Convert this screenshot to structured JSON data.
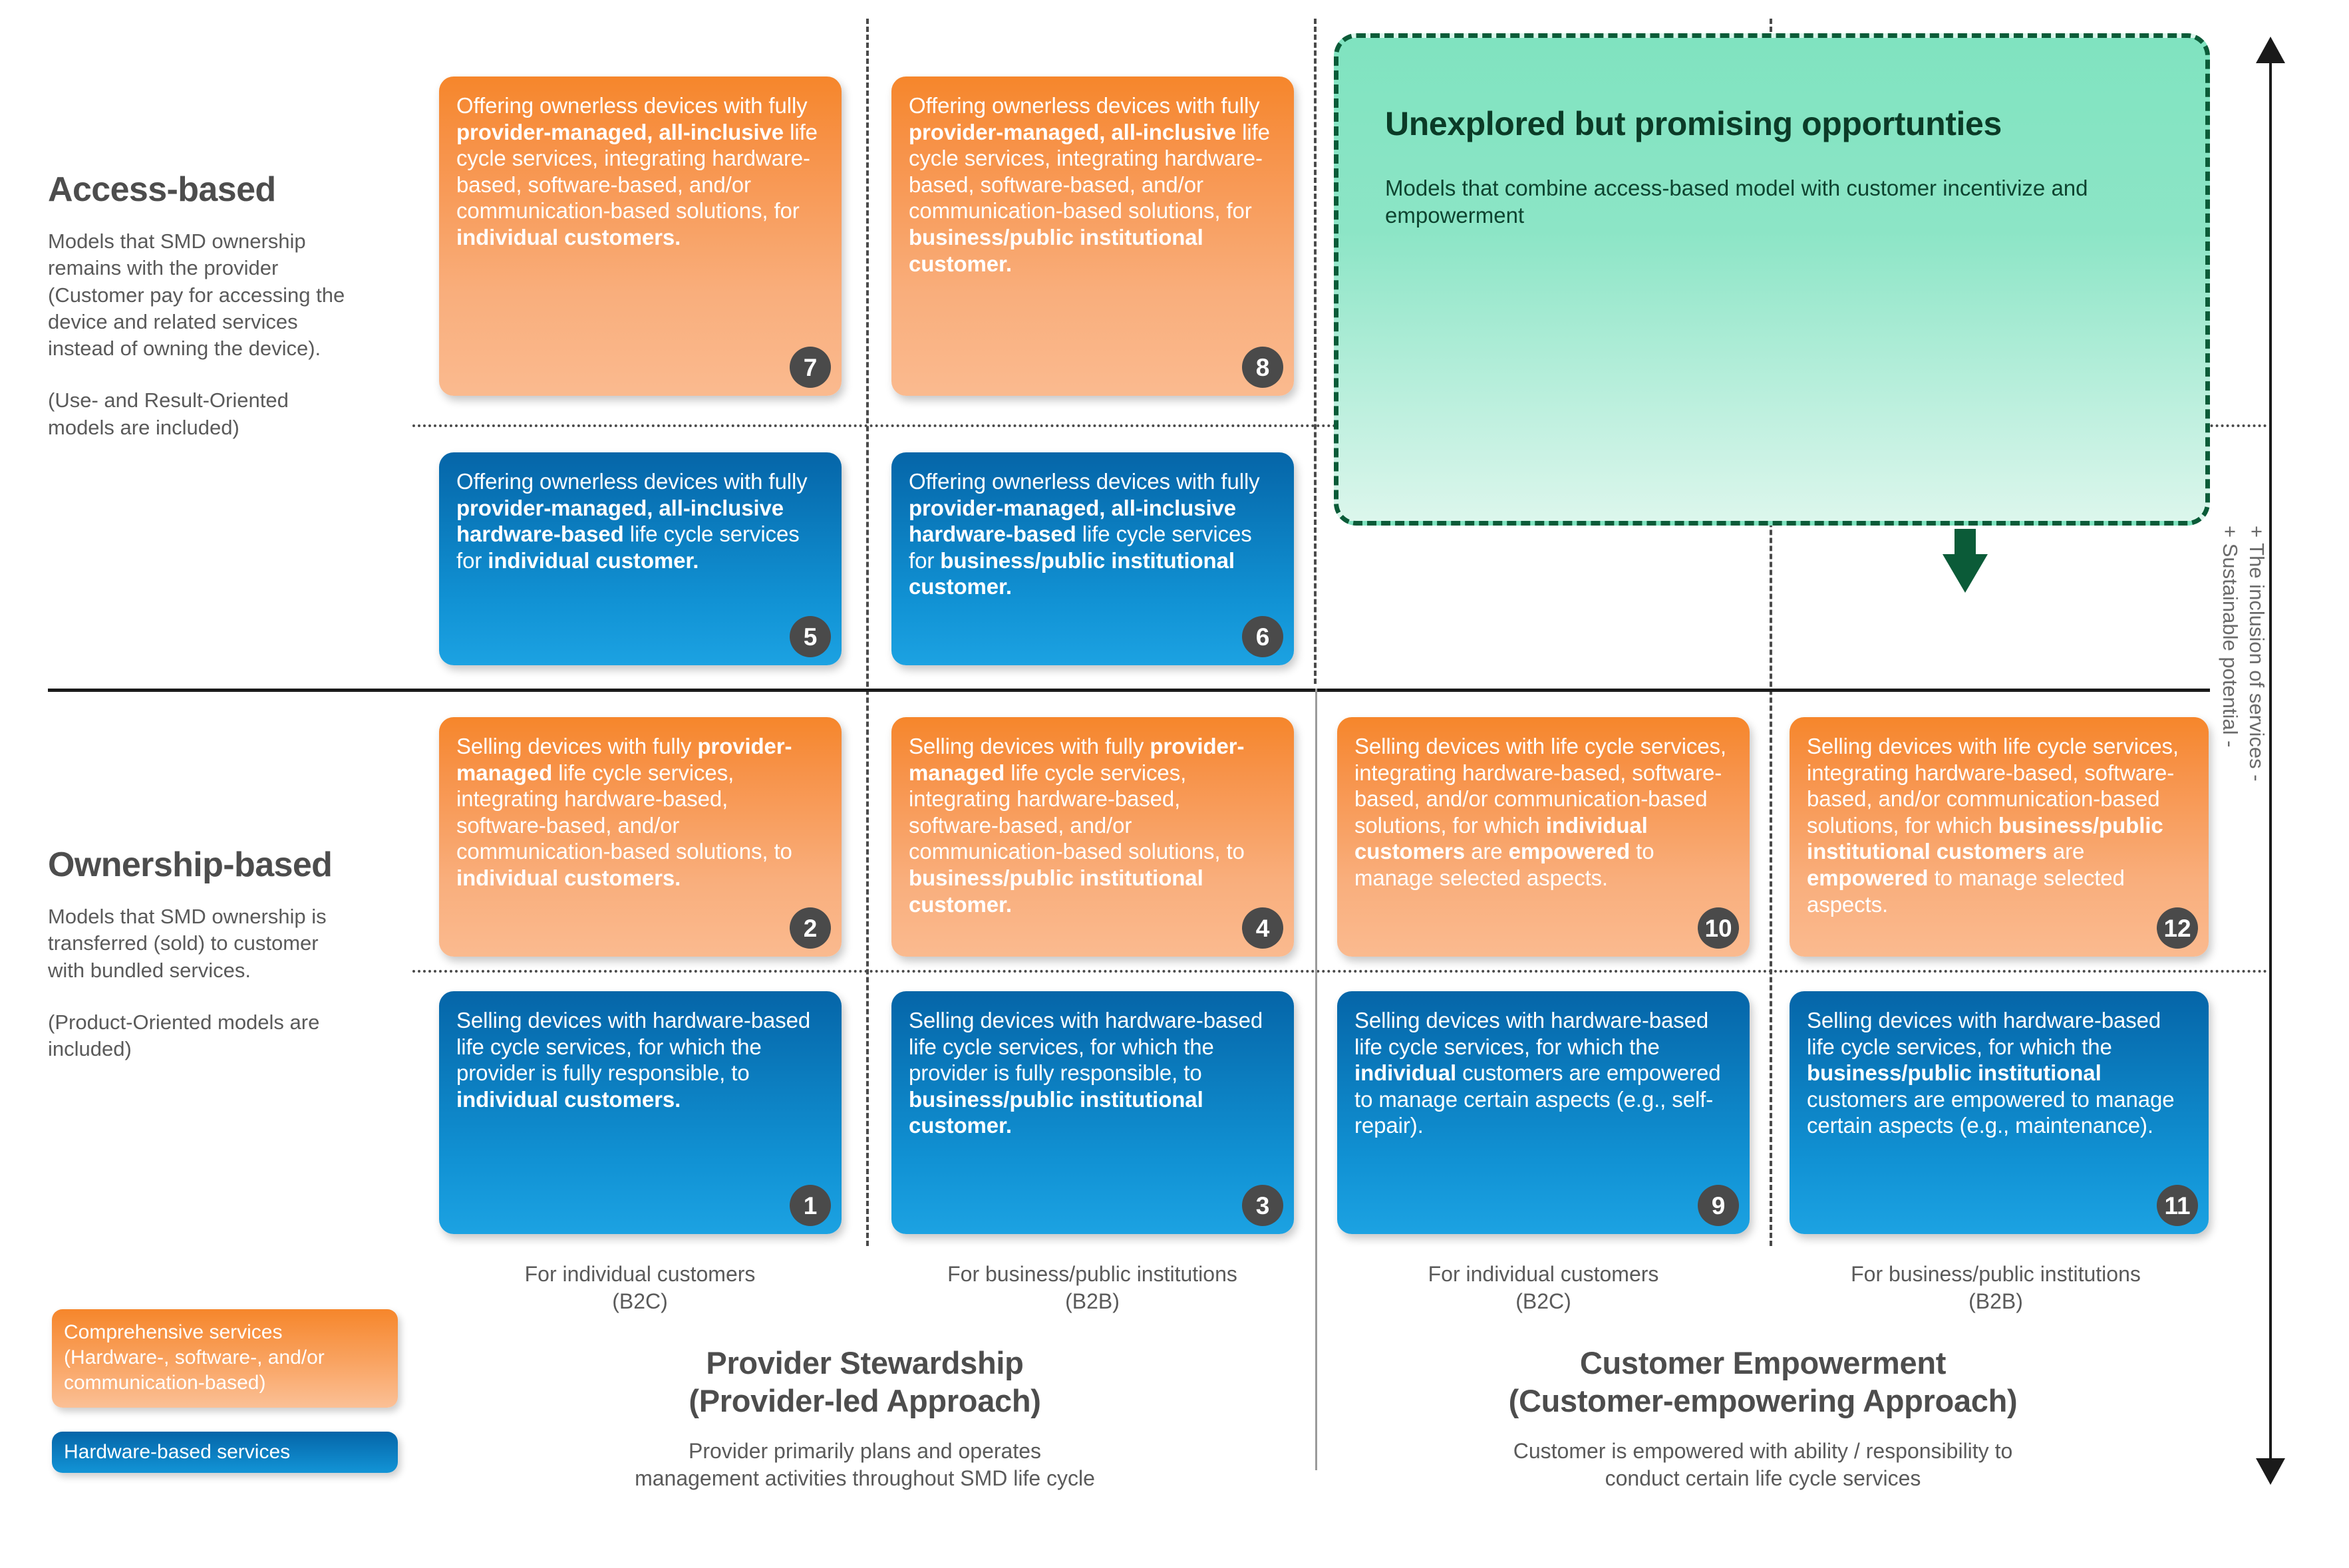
{
  "matrix": {
    "rows": [
      {
        "key": "access",
        "title": "Access-based",
        "desc": "Models that SMD ownership remains with the provider (Customer pay for accessing the device and related services instead of owning the device).",
        "note": "(Use- and Result-Oriented models are included)"
      },
      {
        "key": "ownership",
        "title": "Ownership-based",
        "desc": "Models that SMD ownership is transferred (sold) to customer with bundled services.",
        "note": "(Product-Oriented models are included)"
      }
    ]
  },
  "cards": {
    "c7": {
      "number": "7",
      "color": "orange",
      "html": "Offering ownerless devices with fully <b>provider-managed, all-inclusive</b> life cycle services, integrating hardware-based, software-based, and/or communication-based solutions, for <b>individual customers.</b>"
    },
    "c8": {
      "number": "8",
      "color": "orange",
      "html": "Offering ownerless devices with fully <b>provider-managed, all-inclusive</b> life cycle services, integrating hardware-based, software-based, and/or communication-based solutions, for <b>business/public institutional customer.</b>"
    },
    "c5": {
      "number": "5",
      "color": "blue",
      "html": "Offering ownerless devices with fully <b>provider-managed, all-inclusive hardware-based</b> life cycle services for <b>individual customer.</b>"
    },
    "c6": {
      "number": "6",
      "color": "blue",
      "html": "Offering ownerless devices with fully <b>provider-managed, all-inclusive hardware-based</b> life cycle services for <b>business/public institutional customer.</b>"
    },
    "c2": {
      "number": "2",
      "color": "orange",
      "html": "Selling devices with fully <b>provider-managed</b> life cycle services, integrating hardware-based, software-based, and/or communication-based solutions, to <b>individual customers.</b>"
    },
    "c4": {
      "number": "4",
      "color": "orange",
      "html": "Selling devices with fully <b>provider-managed</b> life cycle services, integrating hardware-based, software-based, and/or communication-based solutions, to <b>business/public institutional customer.</b>"
    },
    "c10": {
      "number": "10",
      "color": "orange",
      "html": "Selling devices with life cycle services, integrating hardware-based, software-based, and/or communication-based solutions, for which <b>individual customers</b> are <b>empowered</b> to manage selected aspects."
    },
    "c12": {
      "number": "12",
      "color": "orange",
      "html": "Selling devices with life cycle services, integrating hardware-based, software-based, and/or communication-based solutions, for which <b>business/public institutional customers</b> are <b>empowered</b> to manage selected aspects."
    },
    "c1": {
      "number": "1",
      "color": "blue",
      "html": "Selling devices with hardware-based life cycle services, for which the provider is fully responsible, to <b>individual customers.</b>"
    },
    "c3": {
      "number": "3",
      "color": "blue",
      "html": "Selling devices with hardware-based life cycle services, for which the provider is fully responsible, to <b>business/public institutional customer.</b>"
    },
    "c9": {
      "number": "9",
      "color": "blue",
      "html": "Selling devices with hardware-based life cycle services, for which the <b>individual</b> customers are empowered to manage certain aspects (e.g., self-repair)."
    },
    "c11": {
      "number": "11",
      "color": "blue",
      "html": "Selling devices with hardware-based life cycle services, for which the <b>business/public institutional</b> customers are empowered to manage certain aspects (e.g., maintenance)."
    }
  },
  "opportunity": {
    "title": "Unexplored but promising opportunties",
    "body": "Models that combine access-based model with customer incentivize and empowerment"
  },
  "column_captions": [
    {
      "line1": "For individual customers",
      "line2": "(B2C)"
    },
    {
      "line1": "For business/public institutions",
      "line2": "(B2B)"
    },
    {
      "line1": "For individual customers",
      "line2": "(B2C)"
    },
    {
      "line1": "For business/public institutions",
      "line2": "(B2B)"
    }
  ],
  "approaches": [
    {
      "title_line1": "Provider Stewardship",
      "title_line2": "(Provider-led Approach)",
      "sub_line1": "Provider primarily plans and operates",
      "sub_line2": "management activities throughout SMD life cycle"
    },
    {
      "title_line1": "Customer Empowerment",
      "title_line2": "(Customer-empowering Approach)",
      "sub_line1": "Customer is empowered with ability / responsibility to",
      "sub_line2": "conduct certain life cycle services"
    }
  ],
  "axis_labels": {
    "sustainable": "+ Sustainable potential -",
    "inclusion": "+ The inclusion of services -"
  },
  "legend": {
    "comprehensive": "Comprehensive services (Hardware-, software-, and/or communication-based)",
    "hardware": "Hardware-based services"
  },
  "colors": {
    "orange": "#F6862B",
    "blue": "#0565A8",
    "green_fill": "#8CE5C6",
    "green_border": "#0B5B38",
    "badge": "#4A4A4A",
    "text_gray": "#5A5A5A"
  }
}
